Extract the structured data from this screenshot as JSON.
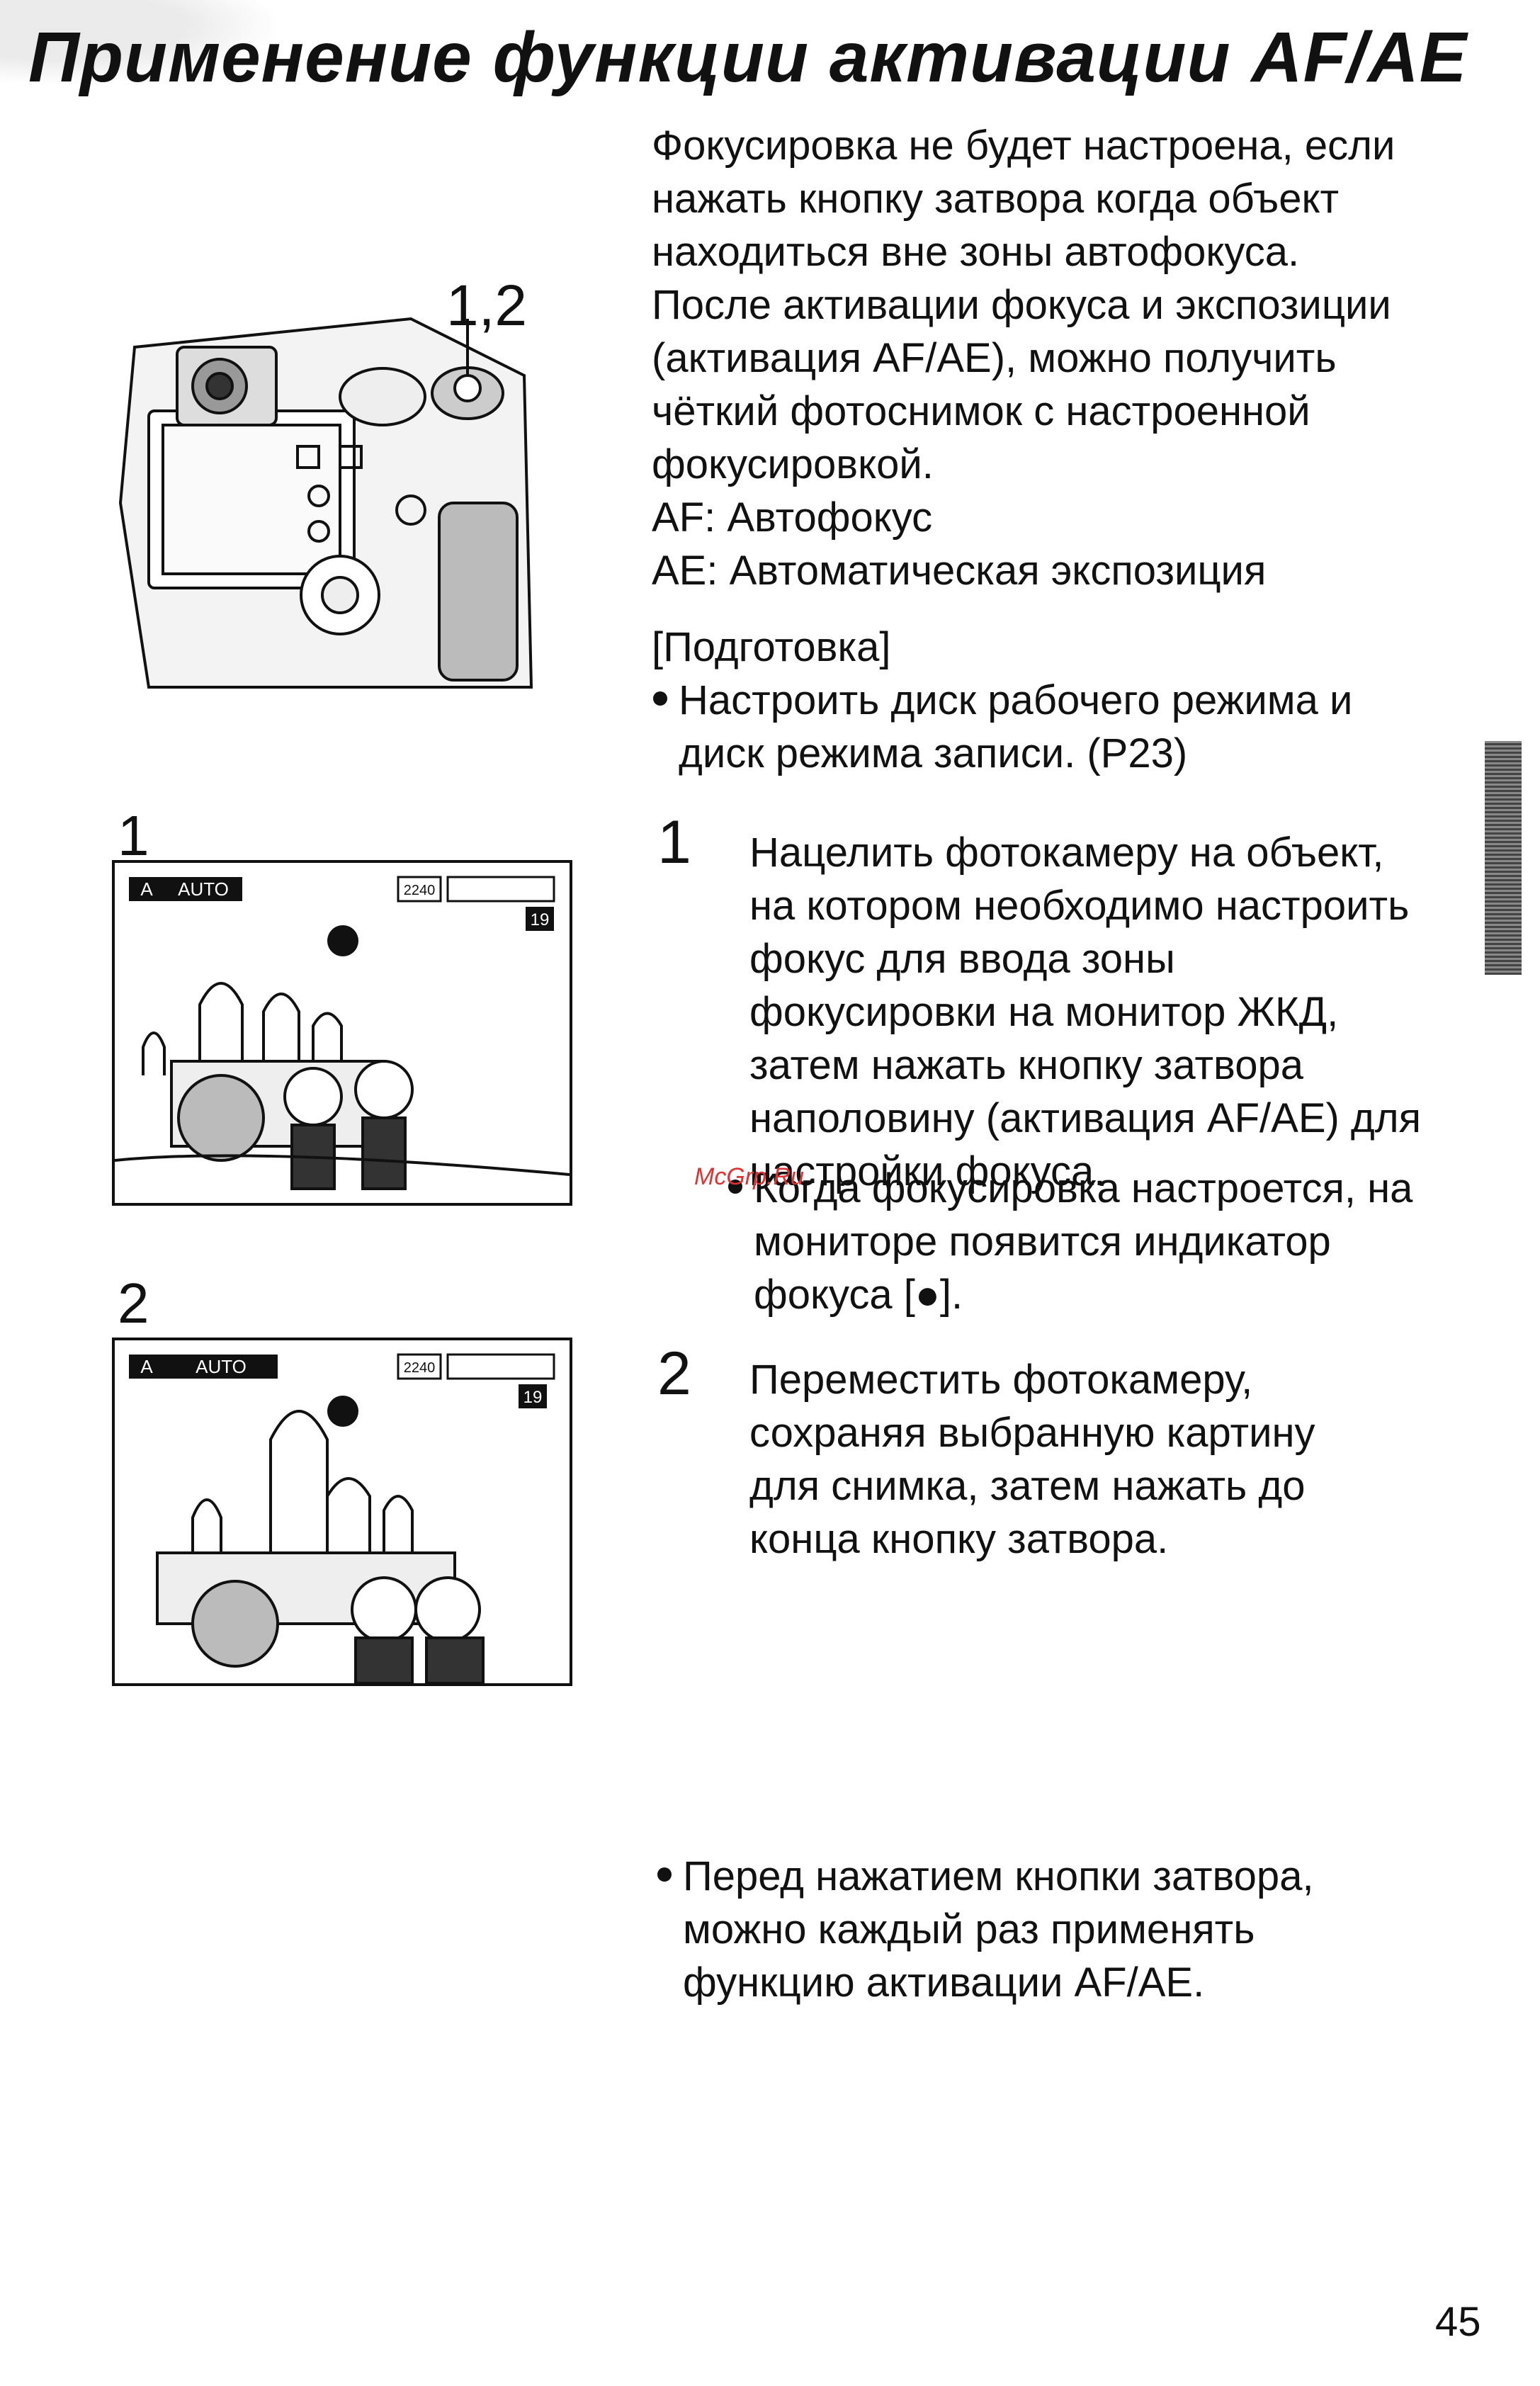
{
  "title": "Применение функции активации AF/AE",
  "intro_lines": [
    "Фокусировка не будет настроена, если",
    "нажать кнопку затвора когда объект",
    "находиться вне зоны автофокуса.",
    "После активации фокуса и экспозиции",
    "(активация AF/AE), можно получить",
    "чёткий фотоснимок с настроенной",
    "фокусировкой.",
    "AF: Автофокус",
    "AE: Автоматическая экспозиция"
  ],
  "prep_heading": "[Подготовка]",
  "prep_bullet_lines": [
    "Настроить диск рабочего режима и",
    "диск режима записи. (P23)"
  ],
  "step1": {
    "number": "1",
    "lines": [
      "Нацелить фотокамеру на объект,",
      "на котором необходимо настроить",
      "фокус для ввода зоны",
      "фокусировки на монитор ЖКД,",
      "затем нажать кнопку затвора",
      "наполовину (активация AF/AE) для",
      "настройки фокуса."
    ],
    "note_lines": [
      "Когда фокусировка настроется, на",
      "мониторе появится индикатор",
      "фокуса [●]."
    ]
  },
  "step2": {
    "number": "2",
    "lines": [
      "Переместить фотокамеру,",
      "сохраняя выбранную картину",
      "для снимка, затем нажать до",
      "конца кнопку затвора."
    ]
  },
  "final_bullet_lines": [
    "Перед нажатием кнопки затвора,",
    "можно каждый раз применять",
    "функцию активации AF/AE."
  ],
  "figure_labels": {
    "camera": "1,2",
    "screen1": "1",
    "screen2": "2"
  },
  "lcd_overlay": {
    "mode_badge": "A",
    "mode_text": "AUTO",
    "resolution": "2240",
    "shots_left": "19"
  },
  "watermark": "McGrp.Ru",
  "page_number": "45"
}
